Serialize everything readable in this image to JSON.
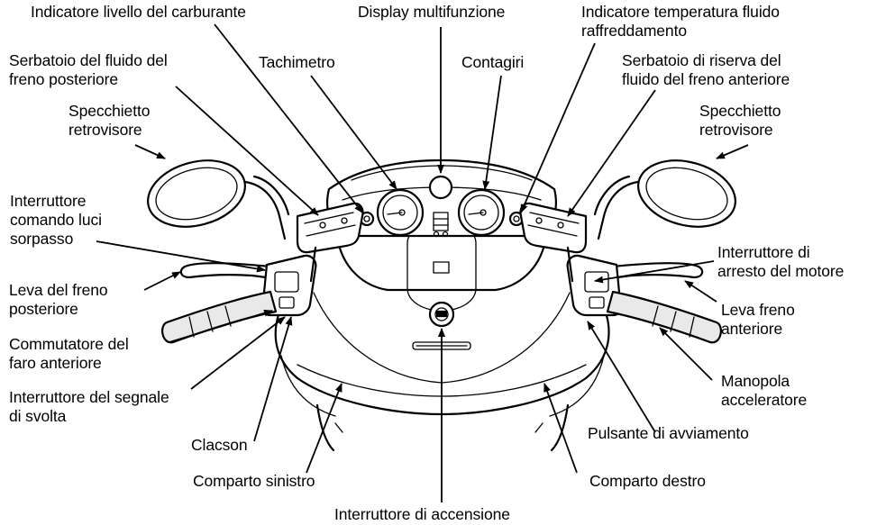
{
  "labels": {
    "fuel_gauge": [
      "Indicatore livello del carburante"
    ],
    "multifunction_display": [
      "Display multifunzione"
    ],
    "coolant_temp": [
      "Indicatore temperatura fluido",
      "raffreddamento"
    ],
    "rear_brake_reservoir": [
      "Serbatoio del fluido del",
      "freno posteriore"
    ],
    "speedometer": [
      "Tachimetro"
    ],
    "tachometer": [
      "Contagiri"
    ],
    "front_brake_reservoir": [
      "Serbatoio di riserva del",
      "fluido del freno anteriore"
    ],
    "mirror_left": [
      "Specchietto",
      "retrovisore"
    ],
    "mirror_right": [
      "Specchietto",
      "retrovisore"
    ],
    "passing_switch": [
      "Interruttore",
      "comando luci",
      "sorpasso"
    ],
    "engine_stop": [
      "Interruttore di",
      "arresto del motore"
    ],
    "rear_brake_lever": [
      "Leva del freno",
      "posteriore"
    ],
    "front_brake_lever": [
      "Leva freno",
      "anteriore"
    ],
    "dimmer_switch": [
      "Commutatore del",
      "faro anteriore"
    ],
    "throttle_grip": [
      "Manopola",
      "acceleratore"
    ],
    "turn_signal": [
      "Interruttore del segnale",
      "di svolta"
    ],
    "start_button": [
      "Pulsante di avviamento"
    ],
    "horn": [
      "Clacson"
    ],
    "left_compartment": [
      "Comparto sinistro"
    ],
    "right_compartment": [
      "Comparto destro"
    ],
    "ignition": [
      "Interruttore di accensione"
    ]
  }
}
